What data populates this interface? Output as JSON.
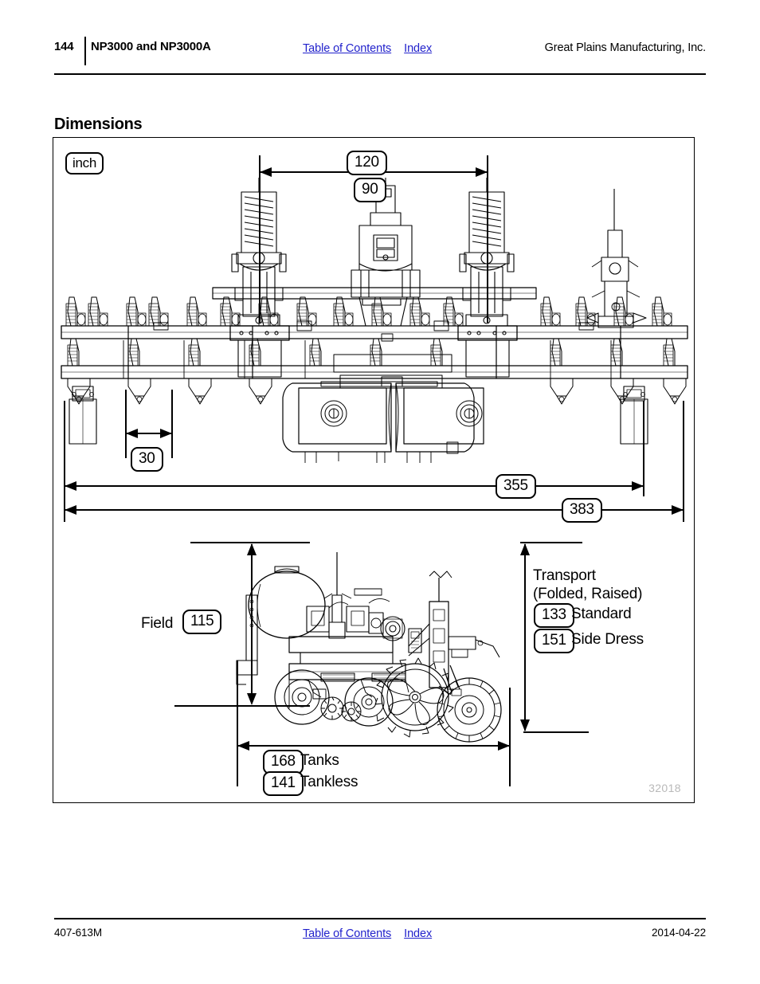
{
  "header": {
    "page_number": "144",
    "title": "NP3000 and NP3000A",
    "toc_link": "Table of Contents",
    "index_link": "Index",
    "company": "Great Plains Manufacturing, Inc."
  },
  "section": {
    "heading": "Dimensions"
  },
  "figure": {
    "units_label": "inch",
    "figure_number": "32018",
    "top_view": {
      "width_inner": "120",
      "width_inner_alt": "90",
      "row_spacing": "30",
      "width_frame": "355",
      "width_overall": "383"
    },
    "side_view": {
      "field_label": "Field",
      "field_height": "115",
      "transport_label_line1": "Transport",
      "transport_label_line2": "(Folded, Raised)",
      "transport_standard_value": "133",
      "transport_standard_label": "Standard",
      "transport_sidedress_value": "151",
      "transport_sidedress_label": "Side Dress",
      "length_tanks_value": "168",
      "length_tanks_label": "Tanks",
      "length_tankless_value": "141",
      "length_tankless_label": "Tankless"
    }
  },
  "footer": {
    "document_number": "407-613M",
    "toc_link": "Table of Contents",
    "index_link": "Index",
    "date": "2014-04-22"
  },
  "colors": {
    "link": "#2222cc",
    "rule": "#000000",
    "figure_number": "#b9b9b9"
  }
}
